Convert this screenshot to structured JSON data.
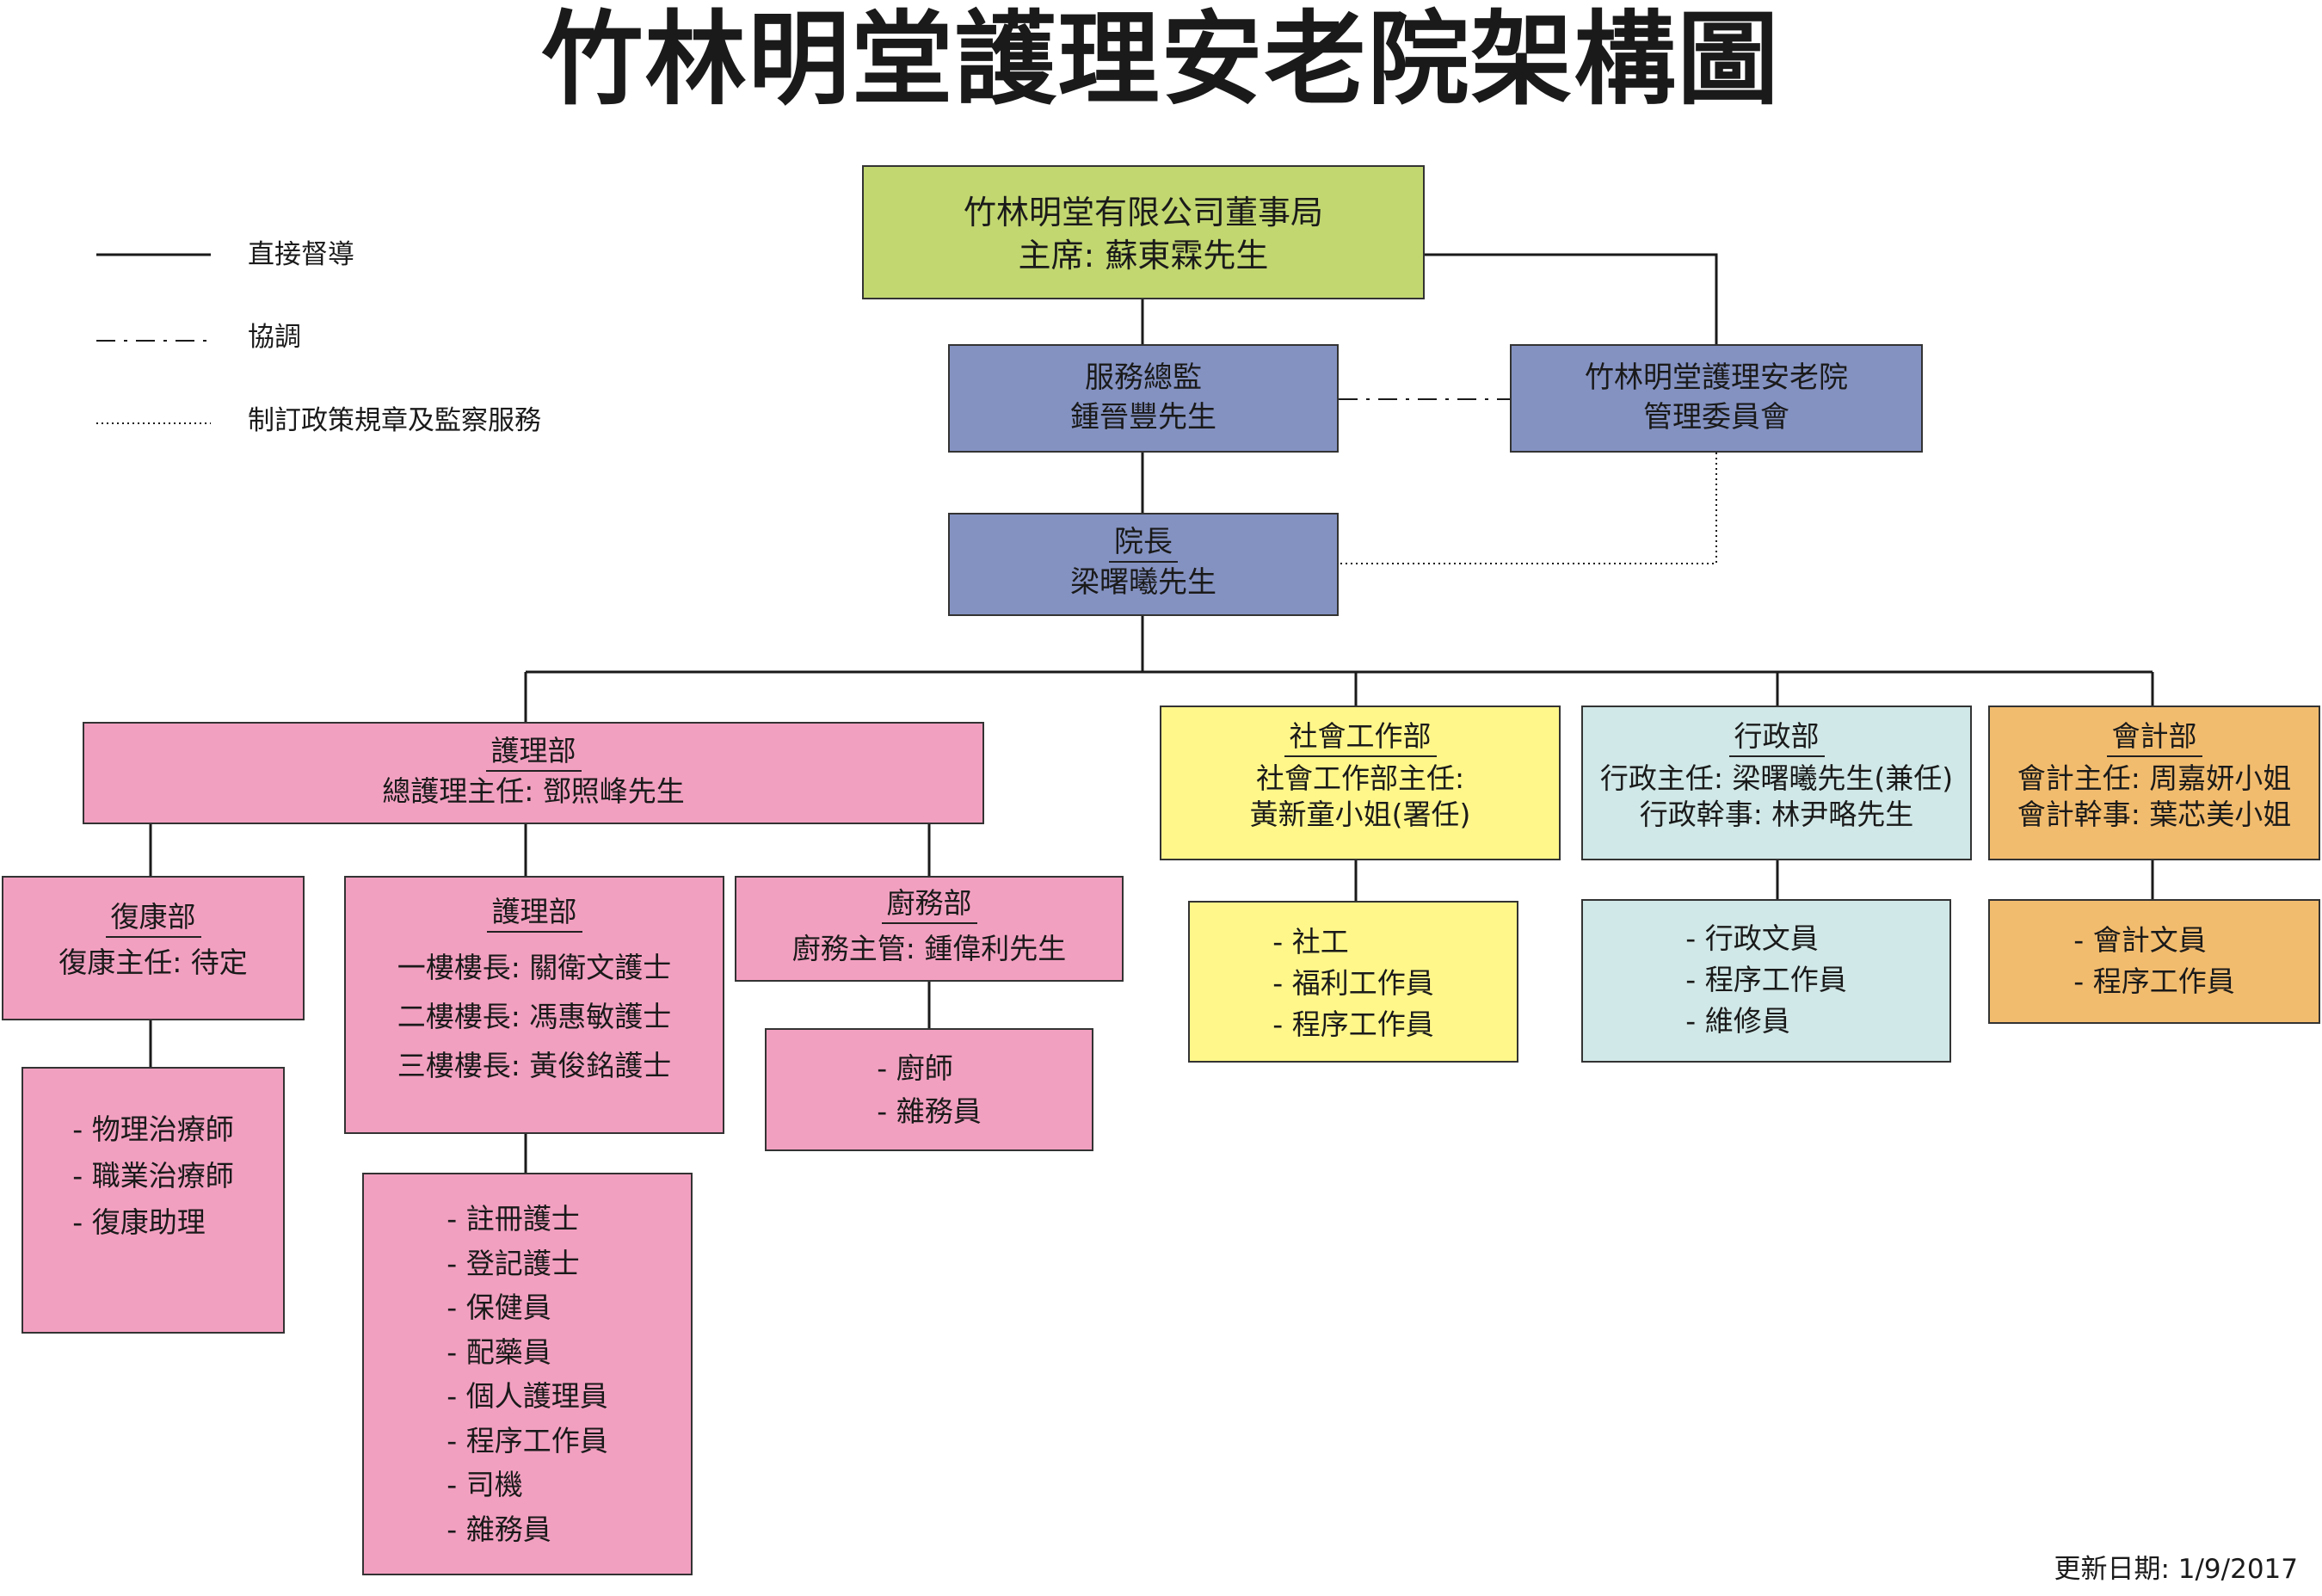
{
  "title": "竹林明堂護理安老院架構圖",
  "legend": {
    "direct": "直接督導",
    "coordinate": "協調",
    "policy": "制訂政策規章及監察服務"
  },
  "board": {
    "name": "竹林明堂有限公司董事局",
    "chair": "主席: 蘇東霖先生"
  },
  "service_director": {
    "title": "服務總監",
    "person": "鍾晉豐先生"
  },
  "committee": {
    "line1": "竹林明堂護理安老院",
    "line2": "管理委員會"
  },
  "superintendent": {
    "title": "院長",
    "person": "梁曙曦先生"
  },
  "nursing_dept": {
    "title": "護理部",
    "head": "總護理主任: 鄧照峰先生"
  },
  "rehab": {
    "title": "復康部",
    "head": "復康主任: 待定",
    "staff": [
      "- 物理治療師",
      "- 職業治療師",
      "- 復康助理"
    ]
  },
  "nursing_unit": {
    "title": "護理部",
    "heads": [
      "一樓樓長: 關衛文護士",
      "二樓樓長: 馮惠敏護士",
      "三樓樓長: 黃俊銘護士"
    ],
    "staff": [
      "- 註冊護士",
      "- 登記護士",
      "- 保健員",
      "- 配藥員",
      "- 個人護理員",
      "- 程序工作員",
      "- 司機",
      "- 雜務員"
    ]
  },
  "kitchen": {
    "title": "廚務部",
    "head": "廚務主管: 鍾偉利先生",
    "staff": [
      "- 廚師",
      "- 雜務員"
    ]
  },
  "social_work": {
    "title": "社會工作部",
    "head_line1": "社會工作部主任:",
    "head_line2": "黃新童小姐(署任)",
    "staff": [
      "- 社工",
      "- 福利工作員",
      "- 程序工作員"
    ]
  },
  "admin": {
    "title": "行政部",
    "head_line1": "行政主任: 梁曙曦先生(兼任)",
    "head_line2": "行政幹事: 林尹略先生",
    "staff": [
      "- 行政文員",
      "- 程序工作員",
      "- 維修員"
    ]
  },
  "accounts": {
    "title": "會計部",
    "head_line1": "會計主任: 周嘉妍小姐",
    "head_line2": "會計幹事: 葉芯美小姐",
    "staff": [
      "- 會計文員",
      "- 程序工作員"
    ]
  },
  "footer": "更新日期: 1/9/2017",
  "colors": {
    "board": "#c2d770",
    "management": "#8492c2",
    "nursing": "#f2a0c0",
    "social": "#fff78a",
    "admin": "#d0e8e7",
    "accounts": "#f2bc6e"
  }
}
